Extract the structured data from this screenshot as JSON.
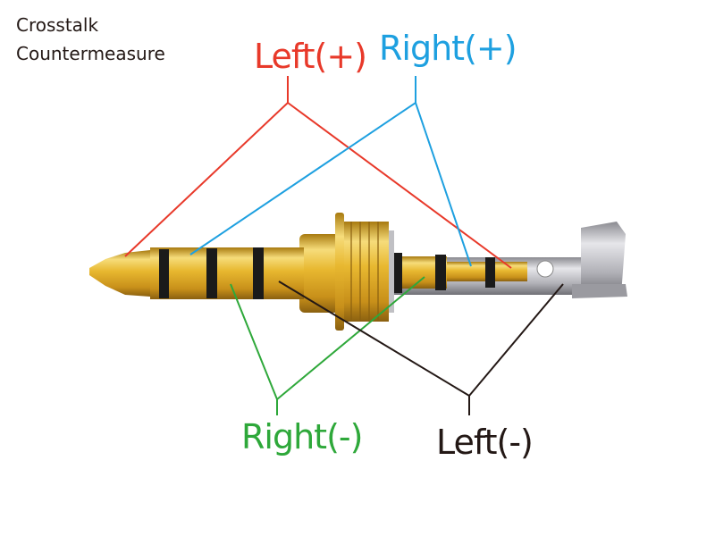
{
  "title": {
    "line1": "Crosstalk",
    "line2": "Countermeasure"
  },
  "labels": {
    "left_plus": "Left(+)",
    "right_plus": "Right(+)",
    "right_minus": "Right(-)",
    "left_minus": "Left(-)"
  },
  "colors": {
    "left_plus": "#e8392a",
    "right_plus": "#1ea0e0",
    "right_minus": "#2ea83a",
    "left_minus": "#231815",
    "gold": "#d9a520",
    "silver": "#b8b8bc"
  }
}
